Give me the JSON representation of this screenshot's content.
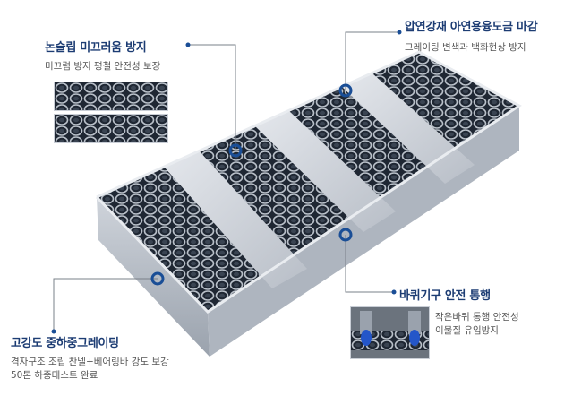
{
  "callouts": {
    "nonslip": {
      "title": "논슬립 미끄러움 방지",
      "desc": "미끄럼 방지 평철 안전성 보장"
    },
    "galvanized": {
      "title": "압연강재 아연용융도금 마감",
      "desc": "그레이팅 변색과 백화현상 방지"
    },
    "wheel": {
      "title": "바퀴기구 안전 통행",
      "desc_line1": "작은바퀴 통행 안전성",
      "desc_line2": "이물질 유입방지"
    },
    "strength": {
      "title": "고강도 중하중그레이팅",
      "desc_line1": "격자구조 조립 찬넬+베어링바 강도 보강",
      "desc_line2": "50톤 하중테스트 완료"
    }
  },
  "colors": {
    "accent": "#1c3c73",
    "marker": "#1a4e96",
    "leader": "#7a8088",
    "steel": "#c3c9d1",
    "plate": "#d7dbe1",
    "mesh": "#1f2733"
  }
}
